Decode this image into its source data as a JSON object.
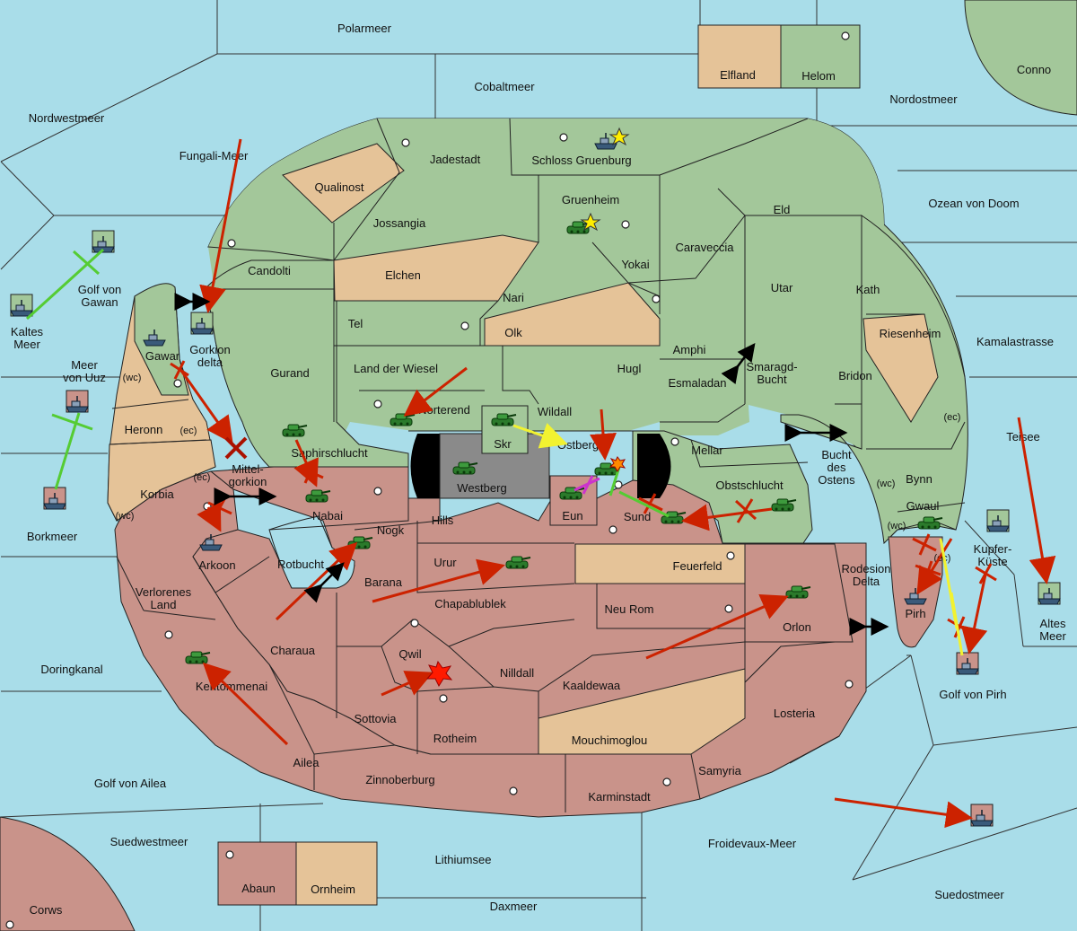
{
  "colors": {
    "sea": "#a9dde9",
    "green": "#a3c79a",
    "tan": "#e5c398",
    "red": "#c9938a",
    "gray": "#8a8a8a",
    "move_red": "#cc2200",
    "support_yellow": "#f2f230",
    "support_green": "#55cc33",
    "convoy_magenta": "#cc33cc"
  },
  "seas": {
    "polarmeer": "Polarmeer",
    "cobaltmeer": "Cobaltmeer",
    "nordwestmeer": "Nordwestmeer",
    "nordostmeer": "Nordostmeer",
    "fungali": "Fungali-Meer",
    "ozean": "Ozean von Doom",
    "golf_gawan": [
      "Golf von",
      "Gawan"
    ],
    "kaltes": [
      "Kaltes",
      "Meer"
    ],
    "meer_uuz": [
      "Meer",
      "von Uuz"
    ],
    "borkmeer": "Borkmeer",
    "kamalastrasse": "Kamalastrasse",
    "teisee": "Teisee",
    "altes": [
      "Altes",
      "Meer"
    ],
    "smaragd": [
      "Smaragd-",
      "Bucht"
    ],
    "bucht_ostens": [
      "Bucht",
      "des",
      "Ostens"
    ],
    "rotbucht": "Rotbucht",
    "mittelgorkion": [
      "Mittel-",
      "gorkion"
    ],
    "gorkion_delta": [
      "Gorkion",
      "delta"
    ],
    "rodesion": [
      "Rodesion",
      "Delta"
    ],
    "doringkanal": "Doringkanal",
    "golf_ailea": "Golf von Ailea",
    "golf_pirh": "Golf von Pirh",
    "suedwestmeer": "Suedwestmeer",
    "suedostmeer": "Suedostmeer",
    "lithiumsee": "Lithiumsee",
    "froidevaux": "Froidevaux-Meer",
    "daxmeer": "Daxmeer"
  },
  "lands": {
    "elfland": "Elfland",
    "helom": "Helom",
    "conno": "Conno",
    "jadestadt": "Jadestadt",
    "schloss": "Schloss Gruenburg",
    "qualinost": "Qualinost",
    "jossangia": "Jossangia",
    "gruenheim": "Gruenheim",
    "eld": "Eld",
    "candolti": "Candolti",
    "elchen": "Elchen",
    "caraveccia": "Caraveccia",
    "yokai": "Yokai",
    "nari": "Nari",
    "utar": "Utar",
    "kath": "Kath",
    "tel": "Tel",
    "olk": "Olk",
    "riesenheim": "Riesenheim",
    "amphi": "Amphi",
    "gawar": "Gawar",
    "gurand": "Gurand",
    "land_wiesel": "Land der Wiesel",
    "hugl": "Hugl",
    "bridon": "Bridon",
    "esmaladan": "Esmaladan",
    "heronn": "Heronn",
    "norterend": "Norterend",
    "wildall": "Wildall",
    "saphir": "Saphirschlucht",
    "skr": "Skr",
    "ostberg": "Ostberg",
    "mellar": "Mellar",
    "bynn": "Bynn",
    "korbia": "Korbia",
    "westberg": "Westberg",
    "obstschlucht": "Obstschlucht",
    "nabai": "Nabai",
    "eun": "Eun",
    "sund": "Sund",
    "gwaul": "Gwaul",
    "hills": "Hills",
    "nogk": "Nogk",
    "kupferkueste": [
      "Kupfer-",
      "Küste"
    ],
    "arkoon": "Arkoon",
    "urur": "Urur",
    "feuerfeld": "Feuerfeld",
    "barana": "Barana",
    "verlorenes": [
      "Verlorenes",
      "Land"
    ],
    "chapablublek": "Chapablublek",
    "neu_rom": "Neu Rom",
    "pirh": "Pirh",
    "orlon": "Orlon",
    "charaua": "Charaua",
    "qwil": "Qwil",
    "nilldall": "Nilldall",
    "kentommenai": "Kentommenai",
    "kaaldewaa": "Kaaldewaa",
    "losteria": "Losteria",
    "sottovia": "Sottovia",
    "rotheim": "Rotheim",
    "mouchimoglou": "Mouchimoglou",
    "ailea": "Ailea",
    "samyria": "Samyria",
    "zinnoberburg": "Zinnoberburg",
    "karminstadt": "Karminstadt",
    "abaun": "Abaun",
    "ornheim": "Ornheim",
    "corws": "Corws"
  },
  "coasts": {
    "wc": "(wc)",
    "ec": "(ec)"
  }
}
